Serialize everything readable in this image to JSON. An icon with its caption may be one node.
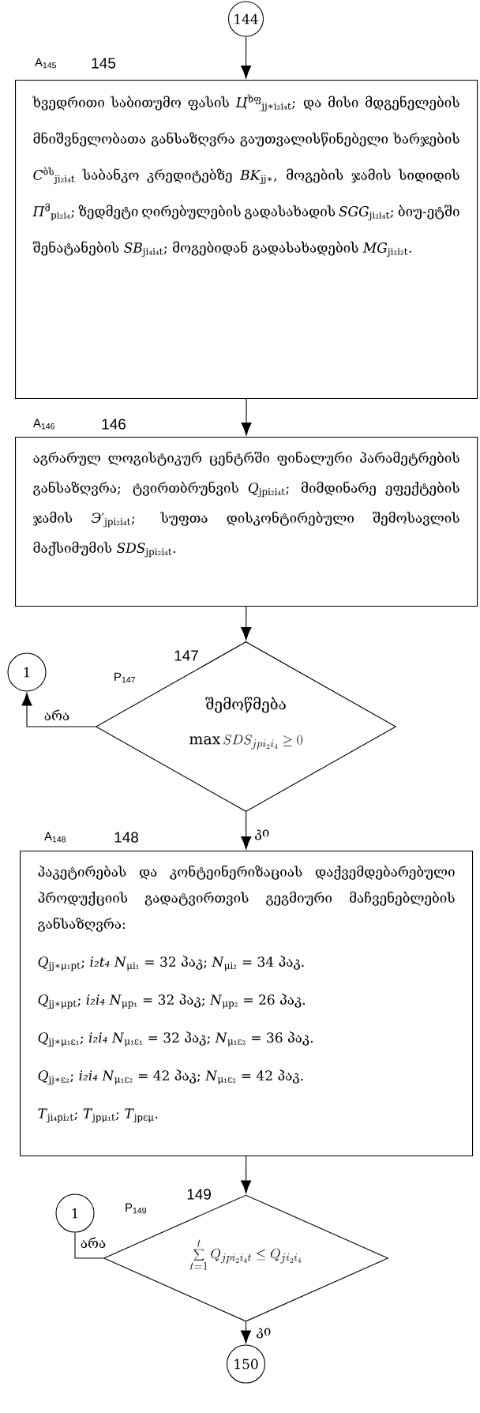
{
  "diagram": {
    "nodes": [
      {
        "text": [
          "144"
        ]
      },
      {
        "text": [
          "ხვედრითი საბითუმო ფასის *Ц*$^{ხფ}$$_{jj∗i₂i₄t}$; და მისი მდგენელების მნიშვნელობათა განსაზღვრა გაუთვალისწინებელი ხარჯების *C*$^{ბს}$$_{ji₂i₄t}$ საბანკო კრედიტებზე *BK*$_{jj∗}$, მოგების ჯამის სიდიდის *Π*$^{მ}$$_{pi₂i₄}$; ზედმეტი ღირებულების გადასახადის *SGG*$_{ji₂i₄t}$; ბიუ-ეტში შენატანების *SB*$_{ji₄i₄t}$; მოგებიდან გადასახადების *MG*$_{ji₂i₂t}$."
        ],
        "beside": [
          "A$_{145}$",
          "145"
        ]
      },
      {
        "text": [
          "აგრარულ ლოგისტიკურ ცენტრში ფინალური პარამეტრების განსაზღვრა; ტვირთბრუნვის *Q*$_{jpi₂i₄t}$; მიმდინარე ეფექტების ჯამის *Э′*$_{jpi₂i₄t}$; სუფთა დისკონტირებული შემოსავლის მაქსიმუმის *SDS*$_{jpi₂i₄t}$."
        ],
        "beside": [
          "A$_{146}$",
          "146"
        ]
      },
      {
        "text": [
          "შემოწმება",
          "\\max SDS_{jpi_2i_4} \\ge 0"
        ],
        "beside": [
          "P$_{147}$",
          "147"
        ]
      },
      {
        "text": [
          "1"
        ]
      },
      {
        "text": [
          "პაკეტირებას და კონტეინერიზაციას დაქვემდებარებული პროდუქციის გადატვირთვის გეგმიური მაჩვენებლების განსაზღვრა:",
          "*Q*$_{jj∗μ₁pt}$; *i₂t₄ N*$_{μi₁}$ = 32 პაკ; *N*$_{μi₂}$ = 34 პაკ.",
          "*Q*$_{jj∗μpt}$; *i₂i₄ N*$_{μp₁}$ = 32 პაკ; *N*$_{μp₂}$ = 26 პაკ.",
          "*Q*$_{jj∗μ₁ε₁}$; *i₂i₄ N*$_{μ₁ε₁}$ = 32 პაკ; *N*$_{μ₁ε₂}$ = 36 პაკ.",
          "*Q*$_{jj∗ε₂}$; *i₂i₄ N*$_{μ₁ε₂}$ = 42 პაკ; *N*$_{μ₁ε₂}$ = 42 პაკ.",
          "*T*$_{ji₄pi₂t}$; *T*$_{jpμ₁t}$; *T*$_{jpεμ}$."
        ],
        "beside": [
          "A$_{148}$",
          "148"
        ]
      },
      {
        "text": [
          "\\sum_{t=1}^{t} Q_{jpi_2i_4t} \\le Q_{ji_2i_4}"
        ],
        "beside": [
          "P$_{149}$",
          "149"
        ]
      },
      {
        "text": [
          "1"
        ]
      },
      {
        "text": [
          "150"
        ]
      }
    ],
    "edges": [
      {
        "from": 0,
        "to": 1,
        "arrow": "to"
      },
      {
        "from": 1,
        "to": 2,
        "arrow": "to"
      },
      {
        "from": 2,
        "to": 3,
        "arrow": "to"
      },
      {
        "from": 3,
        "to": 4,
        "arrow": "to",
        "label": "არა"
      },
      {
        "from": 3,
        "to": 5,
        "arrow": "to",
        "label": "კი"
      },
      {
        "from": 5,
        "to": 6,
        "arrow": "to"
      },
      {
        "from": 6,
        "to": 7,
        "arrow": "none",
        "label": "არა"
      },
      {
        "from": 6,
        "to": 8,
        "arrow": "to",
        "label": "კი"
      }
    ]
  }
}
